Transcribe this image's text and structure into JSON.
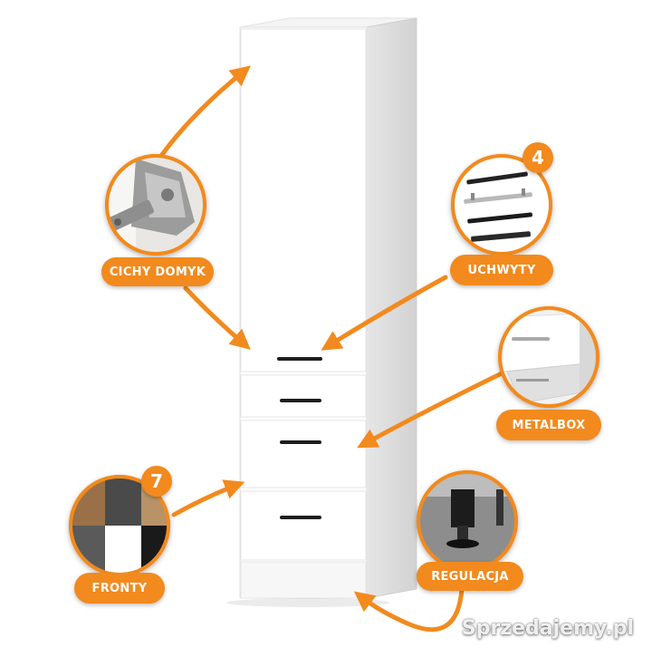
{
  "labels": {
    "cichy_domyk": "CICHY DOMYK",
    "uchwyty": "UCHWYTY",
    "metalbox": "METALBOX",
    "fronty": "FRONTY",
    "regulacja": "REGULACJA"
  },
  "badges": {
    "uchwyty_count": "4",
    "fronty_count": "7"
  },
  "watermark": "Sprzedajemy.pl",
  "colors": {
    "accent": "#f28a1e",
    "cabinet": "#ffffff",
    "handle": "#1e1e1e"
  }
}
